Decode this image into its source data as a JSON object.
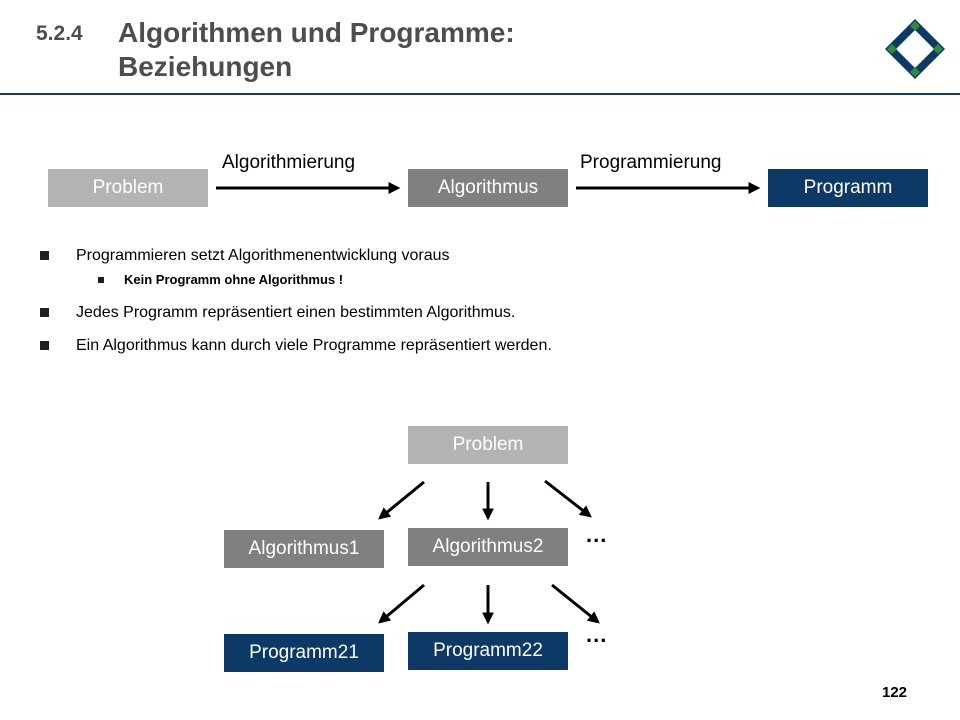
{
  "header": {
    "section_number": "5.2.4",
    "title_line1": "Algorithmen und Programme:",
    "title_line2": "Beziehungen"
  },
  "flow": {
    "problem": "Problem",
    "arrow1_label": "Algorithmierung",
    "algorithm": "Algorithmus",
    "arrow2_label": "Programmierung",
    "program": "Programm"
  },
  "bullets": {
    "item1": "Programmieren setzt Algorithmenentwicklung voraus",
    "item1_sub": "Kein Programm ohne Algorithmus !",
    "item2": "Jedes Programm repräsentiert einen bestimmten Algorithmus.",
    "item3": "Ein Algorithmus kann durch viele Programme repräsentiert werden."
  },
  "tree": {
    "root": "Problem",
    "algorithm1": "Algorithmus1",
    "algorithm2": "Algorithmus2",
    "ellipsis_level1": "...",
    "program21": "Programm21",
    "program22": "Programm22",
    "ellipsis_level2": "..."
  },
  "footer": {
    "page_number": "122"
  },
  "colors": {
    "problem_box": "#b3b3b3",
    "algorithm_box": "#808080",
    "program_box": "#0d3966",
    "title_text": "#4d4d4d",
    "rule": "#1a3a5c",
    "logo_blue": "#0d3966",
    "logo_green": "#2e8b3a"
  }
}
